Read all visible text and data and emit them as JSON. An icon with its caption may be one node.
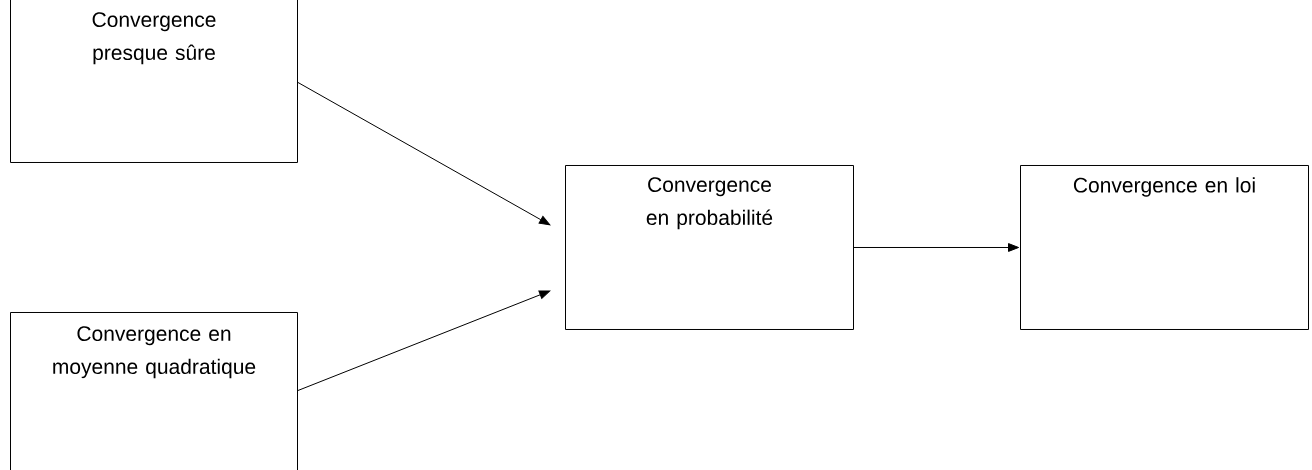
{
  "diagram": {
    "nodes": [
      {
        "text": [
          "Convergence presque sûre"
        ]
      },
      {
        "text": [
          "Convergence en moyenne quadratique"
        ]
      },
      {
        "text": [
          "Convergence en probabilité"
        ]
      },
      {
        "text": [
          "Convergence en loi"
        ]
      }
    ],
    "edges": [
      {
        "from": 0,
        "to": 2,
        "arrow": "to"
      },
      {
        "from": 1,
        "to": 2,
        "arrow": "to"
      },
      {
        "from": 2,
        "to": 3,
        "arrow": "to"
      }
    ]
  }
}
